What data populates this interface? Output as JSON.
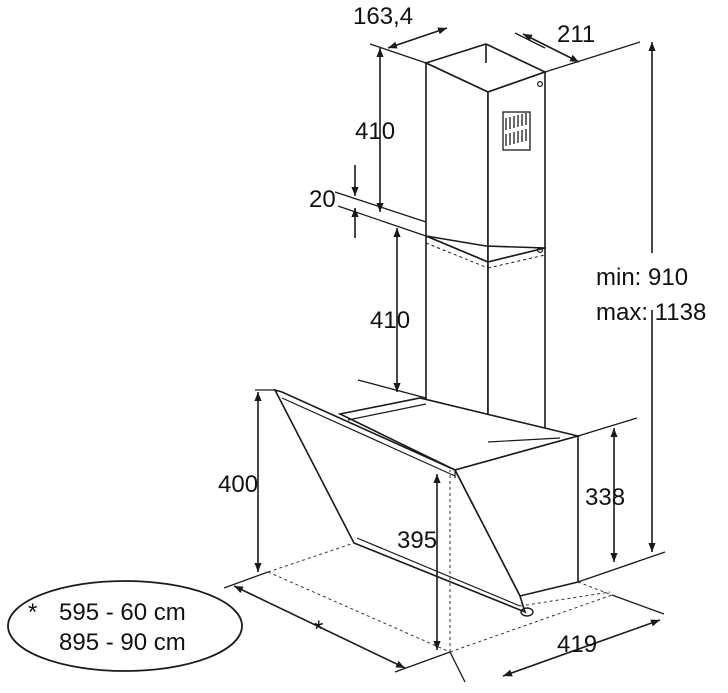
{
  "colors": {
    "ink": "#1a1a1a",
    "guide": "#555555"
  },
  "dimensions": {
    "top_depth": "163,4",
    "top_width": "211",
    "upper_chimney_height": "410",
    "overlap": "20",
    "lower_chimney_height": "410",
    "total_height_min": "min: 910",
    "total_height_max": "max: 1138",
    "glass_height": "400",
    "hood_front_height": "395",
    "hood_body_height": "338",
    "hood_width": "*",
    "hood_depth": "419"
  },
  "note": {
    "star": "*",
    "line1": "595 - 60 cm",
    "line2": "895 - 90 cm"
  }
}
